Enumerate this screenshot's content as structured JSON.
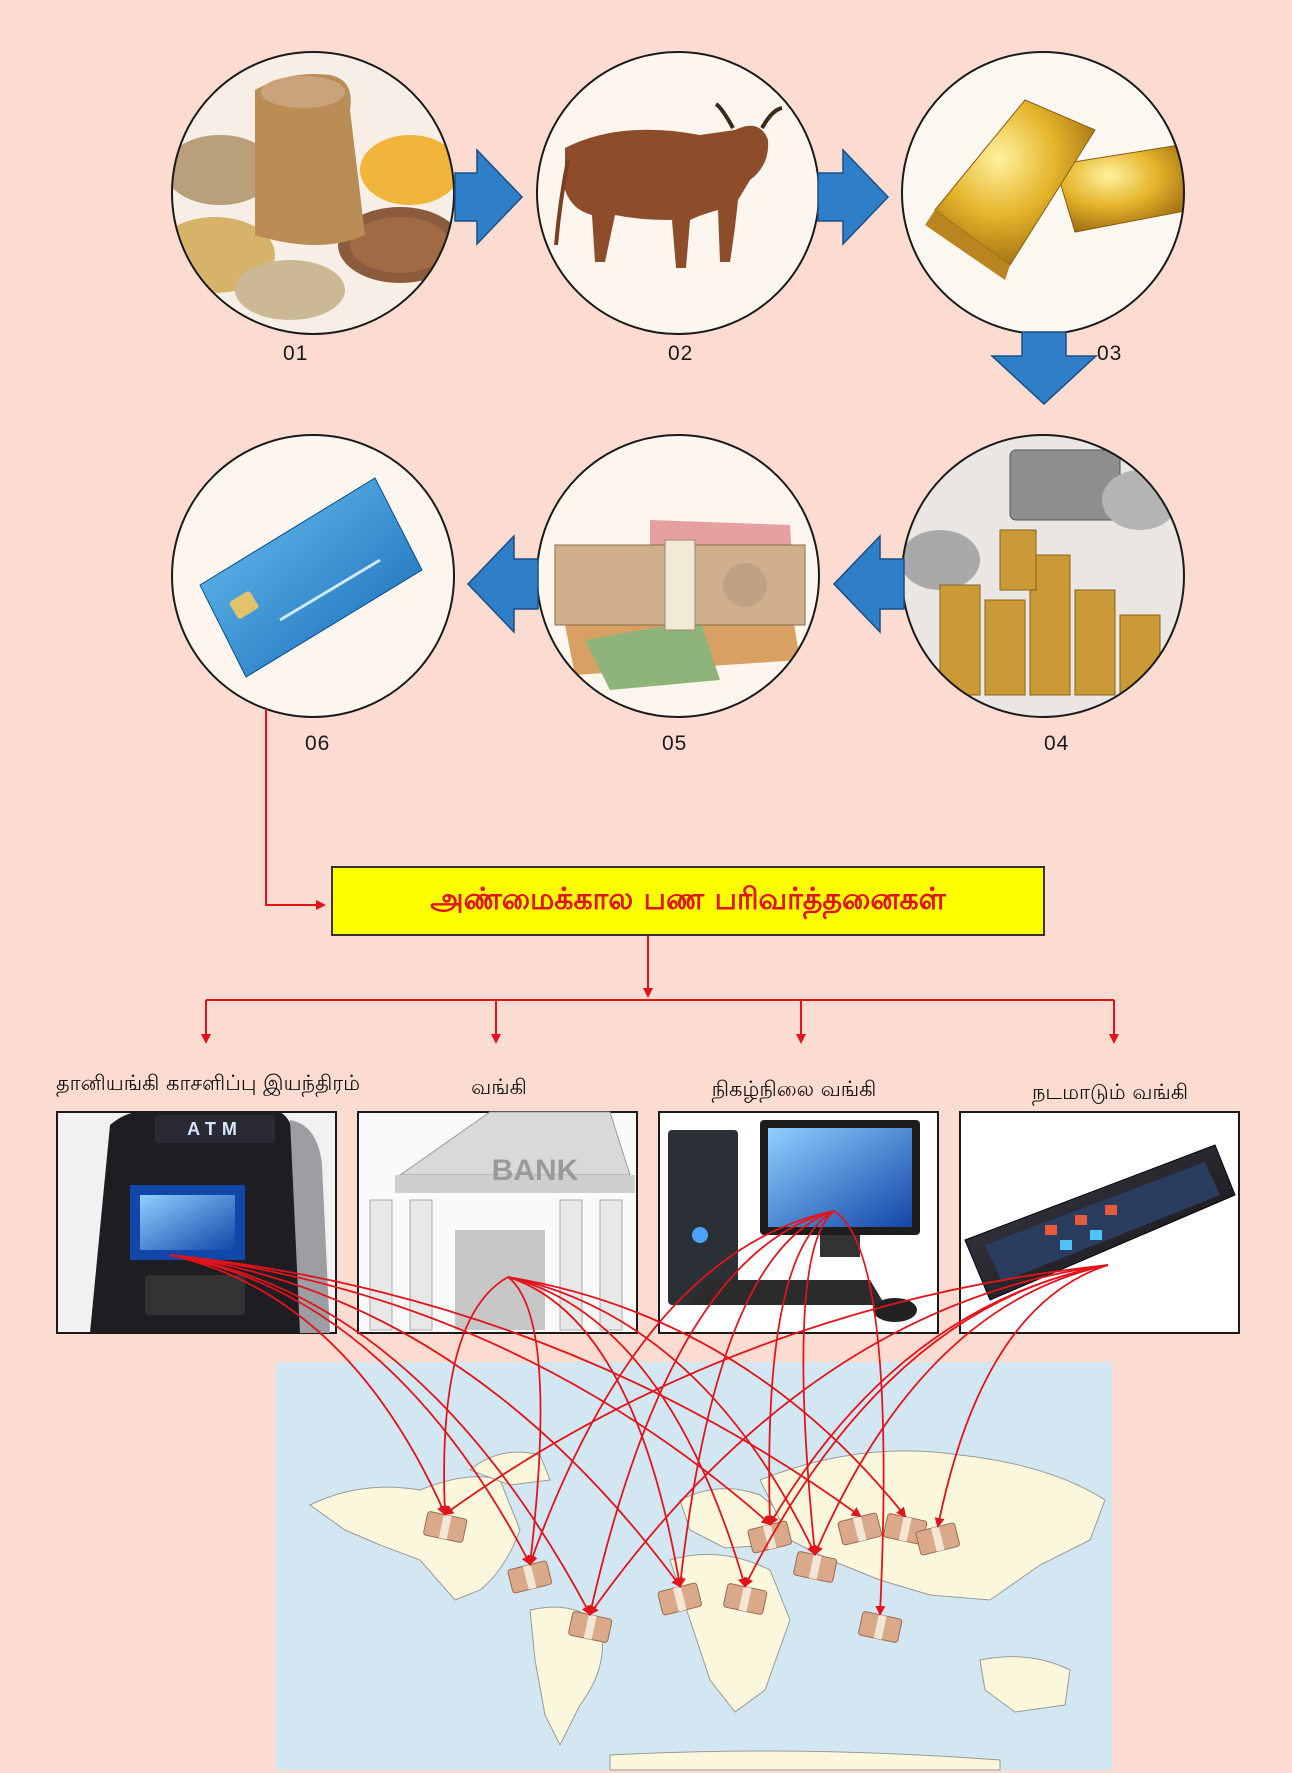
{
  "evolution_steps": [
    {
      "number": "01",
      "icon": "grain-sack-icon"
    },
    {
      "number": "02",
      "icon": "cow-icon"
    },
    {
      "number": "03",
      "icon": "gold-bars-icon"
    },
    {
      "number": "04",
      "icon": "coins-icon"
    },
    {
      "number": "05",
      "icon": "banknotes-icon"
    },
    {
      "number": "06",
      "icon": "credit-card-icon"
    }
  ],
  "central_title": "அண்மைக்கால பண பரிவர்த்தனைகள்",
  "channels": [
    {
      "label": "தானியங்கி காசளிப்பு இயந்திரம்",
      "icon": "atm-machine-icon"
    },
    {
      "label": "வங்கி",
      "icon": "bank-building-icon",
      "sign": "BANK"
    },
    {
      "label": "நிகழ்நிலை வங்கி",
      "icon": "desktop-computer-icon"
    },
    {
      "label": "நடமாடும் வங்கி",
      "icon": "smartphone-icon"
    }
  ],
  "atm_sign": "ATM",
  "map": {
    "icon": "world-map-icon",
    "marker_icon": "money-bundle-icon"
  },
  "colors": {
    "background": "#fcdcd0",
    "arrow_blue": "#2f7fc8",
    "connector_red": "#e3131b",
    "title_fill": "#ffff00",
    "map_sea": "#d3e7f2",
    "map_land": "#fbf7dc"
  }
}
